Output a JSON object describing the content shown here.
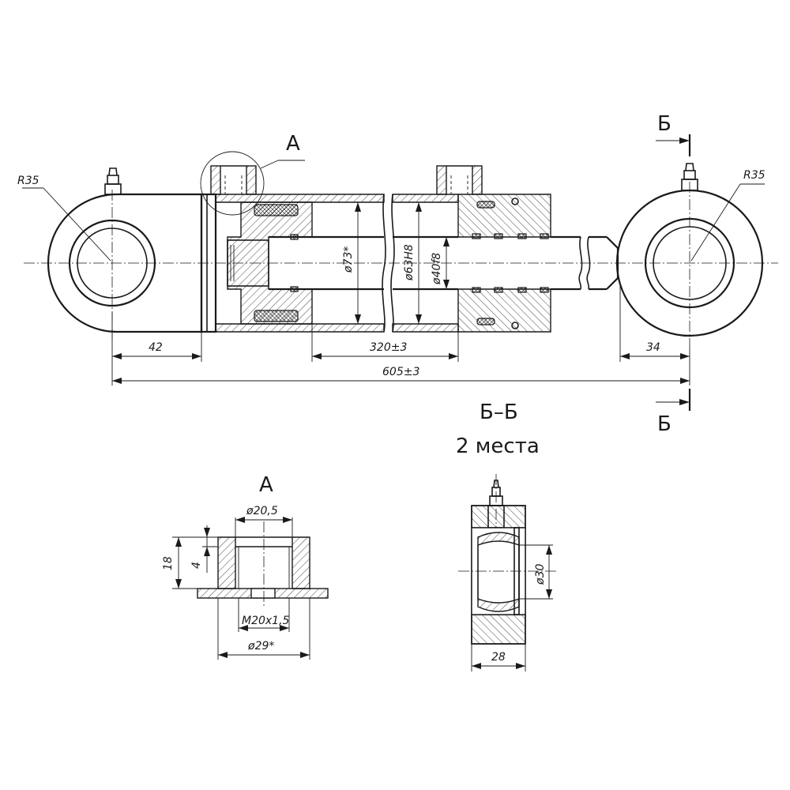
{
  "view_labels": {
    "detail_a_callout": "А",
    "detail_a_title": "А",
    "section_mark_top": "Б",
    "section_mark_bottom": "Б",
    "section_title": "Б–Б",
    "section_subtitle": "2 места"
  },
  "main_view_dims": {
    "radius_left": "R35",
    "radius_right": "R35",
    "bore_dia": "ø63H8",
    "rod_dia": "ø40f8",
    "piston_dia": "ø73*",
    "eye_left_len": "42",
    "stroke": "320±3",
    "eye_right_len": "34",
    "overall_len": "605±3"
  },
  "detail_a_dims": {
    "top_dia": "ø20,5",
    "height": "18",
    "depth": "4",
    "thread": "M20x1,5",
    "outer_dia": "ø29*"
  },
  "section_dims": {
    "bearing_dia": "ø30",
    "width": "28"
  }
}
